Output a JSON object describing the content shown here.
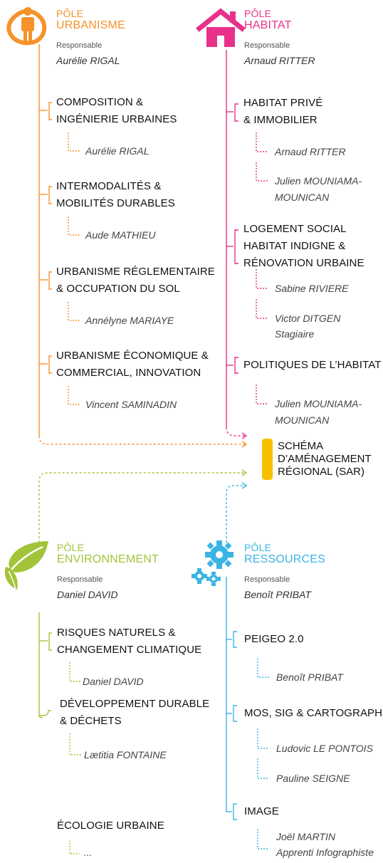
{
  "colors": {
    "urbanisme": "#F5922A",
    "habitat": "#E8318A",
    "environnement": "#A3C43A",
    "ressources": "#3BB4E5",
    "sar": "#F8C100"
  },
  "poles": {
    "urbanisme": {
      "kicker": "PÔLE",
      "title": "URBANISME",
      "resp_label": "Responsable",
      "resp_name": "Aurélie RIGAL",
      "icon": "person-island-icon",
      "sections": [
        {
          "title_lines": [
            "COMPOSITION &",
            "INGÉNIERIE URBAINES"
          ],
          "people": [
            "Aurélie RIGAL"
          ]
        },
        {
          "title_lines": [
            "INTERMODALITÉS &",
            "MOBILITÉS DURABLES"
          ],
          "people": [
            "Aude MATHIEU"
          ]
        },
        {
          "title_lines": [
            "URBANISME RÉGLEMENTAIRE",
            "& OCCUPATION DU SOL"
          ],
          "people": [
            "Annélyne MARIAYE"
          ]
        },
        {
          "title_lines": [
            "URBANISME ÉCONOMIQUE &",
            "COMMERCIAL, INNOVATION"
          ],
          "people": [
            "Vincent SAMINADIN"
          ]
        }
      ]
    },
    "habitat": {
      "kicker": "PÔLE",
      "title": "HABITAT",
      "resp_label": "Responsable",
      "resp_name": "Arnaud RITTER",
      "icon": "house-icon",
      "sections": [
        {
          "title_lines": [
            "HABITAT PRIVÉ",
            "& IMMOBILIER"
          ],
          "people": [
            "Arnaud RITTER",
            "Julien MOUNIAMA-",
            "MOUNICAN"
          ]
        },
        {
          "title_lines": [
            "LOGEMENT SOCIAL",
            "HABITAT INDIGNE &",
            "RÉNOVATION URBAINE"
          ],
          "people": [
            "Sabine RIVIERE",
            "Victor DITGEN",
            "Stagiaire"
          ]
        },
        {
          "title_lines": [
            "POLITIQUES DE L’HABITAT"
          ],
          "people": [
            "Julien MOUNIAMA-",
            "MOUNICAN"
          ]
        }
      ]
    },
    "environnement": {
      "kicker": "PÔLE",
      "title": "ENVIRONNEMENT",
      "resp_label": "Responsable",
      "resp_name": "Daniel DAVID",
      "icon": "leaf-icon",
      "sections": [
        {
          "title_lines": [
            "RISQUES NATURELS &",
            "CHANGEMENT CLIMATIQUE"
          ],
          "people": [
            "Daniel DAVID"
          ]
        },
        {
          "title_lines": [
            "DÉVELOPPEMENT DURABLE",
            "& DÉCHETS"
          ],
          "people": [
            "Lætitia FONTAINE"
          ]
        },
        {
          "title_lines": [
            "ÉCOLOGIE URBAINE"
          ],
          "people": [
            "..."
          ]
        }
      ]
    },
    "ressources": {
      "kicker": "PÔLE",
      "title": "RESSOURCES",
      "resp_label": "Responsable",
      "resp_name": "Benoît PRIBAT",
      "icon": "gears-icon",
      "sections": [
        {
          "title_lines": [
            "PEIGEO 2.0"
          ],
          "people": [
            "Benoît PRIBAT"
          ]
        },
        {
          "title_lines": [
            "MOS, SIG & CARTOGRAPH"
          ],
          "people": [
            "Ludovic LE PONTOIS",
            "Pauline SEIGNE"
          ]
        },
        {
          "title_lines": [
            "IMAGE"
          ],
          "people": [
            "Joël MARTIN",
            "Apprenti Infographiste"
          ]
        }
      ]
    }
  },
  "sar": {
    "lines": [
      "SCHÉMA",
      "D’AMÉNAGEMENT",
      "RÉGIONAL (SAR)"
    ]
  }
}
